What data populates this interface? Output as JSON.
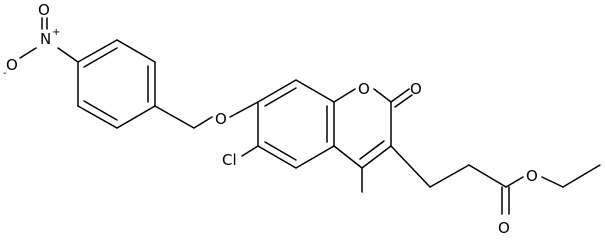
{
  "molecule": {
    "atoms": {
      "nitro_n": "N",
      "nitro_n_charge": "+",
      "nitro_o_top": "O",
      "nitro_o_left": "O",
      "nitro_o_left_charge": "-",
      "ether_o": "O",
      "ring_o": "O",
      "lactone_co_o": "O",
      "chlorine": "Cl",
      "ester_carbonyl_o": "O",
      "ester_o": "O"
    },
    "colors": {
      "ink": "#000000",
      "background": "#ffffff"
    }
  }
}
